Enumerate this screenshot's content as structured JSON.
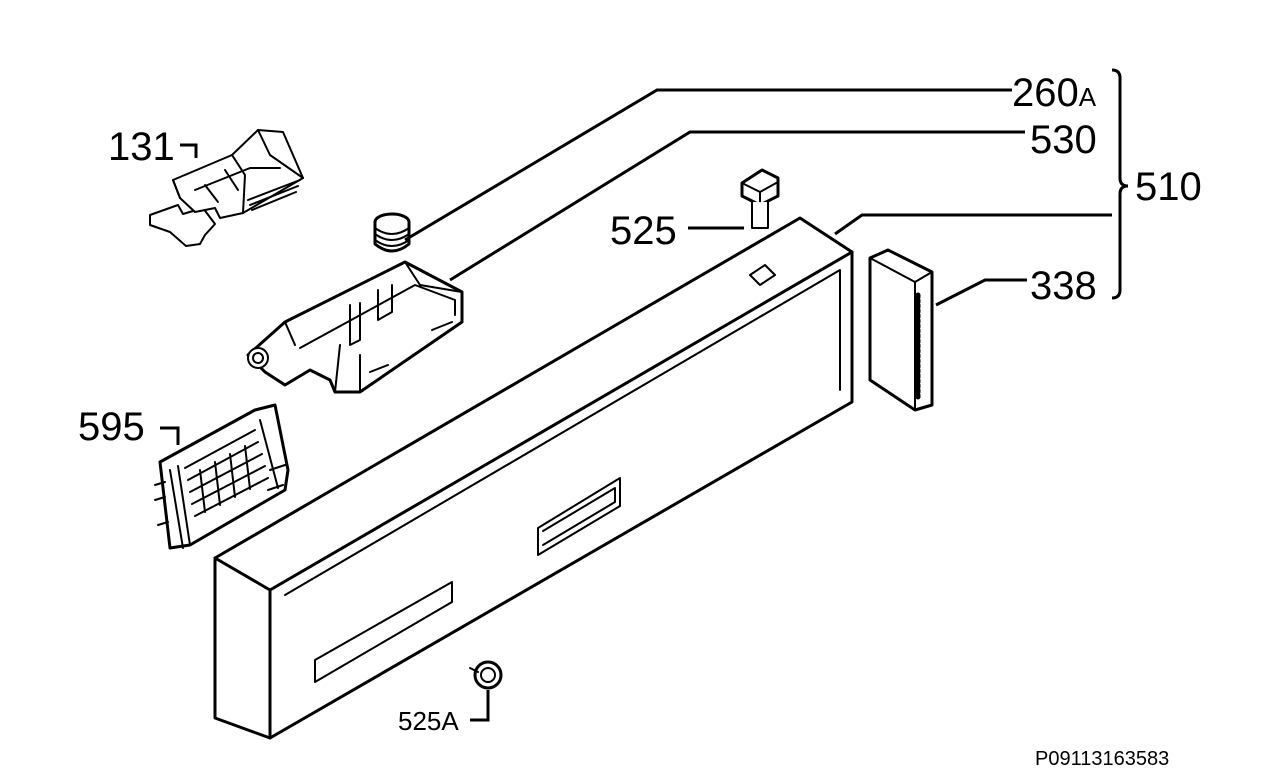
{
  "labels": {
    "p131": "131",
    "p260a_num": "260",
    "p260a_suffix": "A",
    "p530": "530",
    "p510": "510",
    "p525": "525",
    "p338": "338",
    "p595": "595",
    "p525a": "525A"
  },
  "reference_code": "P09113163583",
  "colors": {
    "line": "#000000",
    "background": "#ffffff"
  }
}
